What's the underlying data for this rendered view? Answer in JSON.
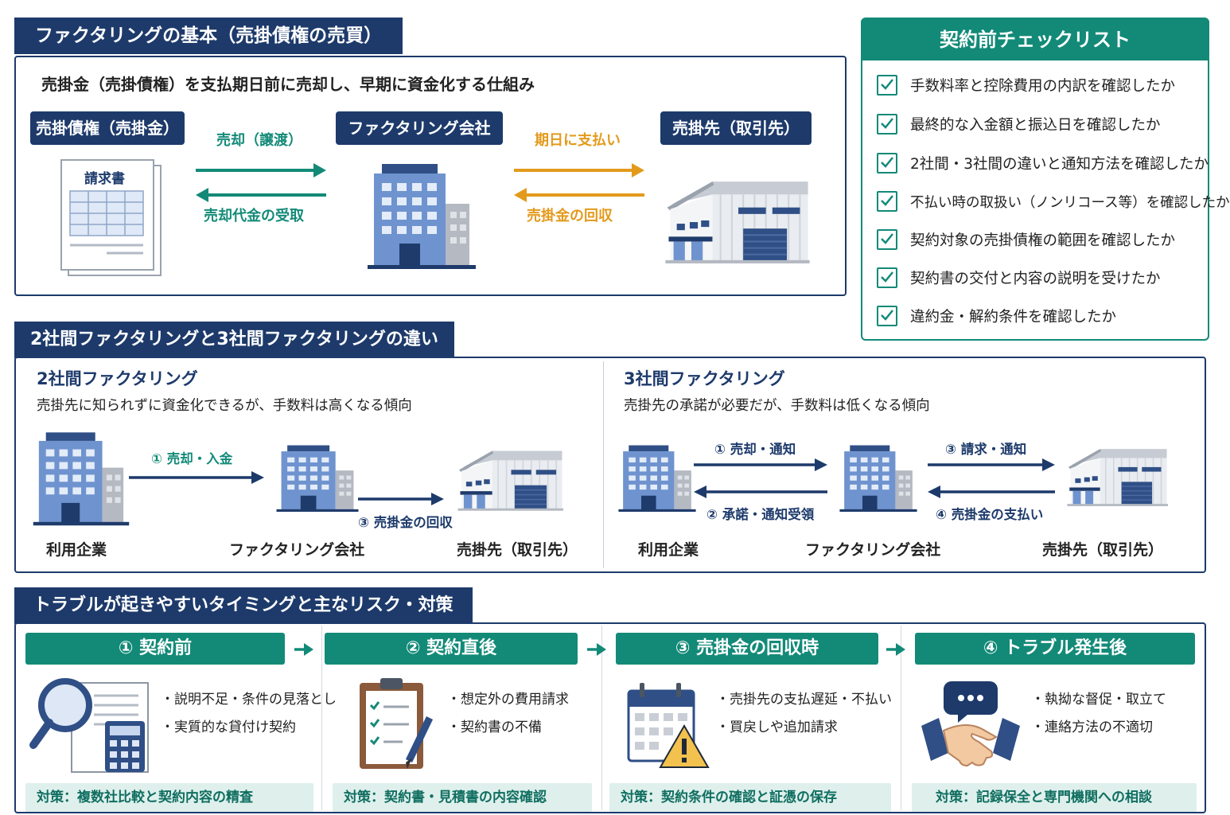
{
  "basics": {
    "title": "ファクタリングの基本（売掛債権の売買）",
    "description": "売掛金（売掛債権）を支払期日前に売却し、早期に資金化する仕組み",
    "receivable_label": "売掛債権（売掛金）",
    "invoice_title": "請求書",
    "company_label": "ファクタリング会社",
    "customer_label": "売掛先（取引先）",
    "flow_sale": "売却（譲渡）",
    "flow_proceeds": "売却代金の受取",
    "flow_payment_due": "期日に支払い",
    "flow_collection": "売掛金の回収"
  },
  "checklist": {
    "title": "契約前チェックリスト",
    "items": [
      "手数料率と控除費用の内訳を確認したか",
      "最終的な入金額と振込日を確認したか",
      "2社間・3社間の違いと通知方法を確認したか",
      "不払い時の取扱い（ノンリコース等）を確認したか",
      "契約対象の売掛債権の範囲を確認したか",
      "契約書の交付と内容の説明を受けたか",
      "違約金・解約条件を確認したか"
    ]
  },
  "comparison": {
    "title": "2社間ファクタリングと3社間ファクタリングの違い",
    "two_party": {
      "title": "2社間ファクタリング",
      "description": "売掛先に知られずに資金化できるが、手数料は高くなる傾向",
      "step1": "① 売却・入金",
      "step3": "③ 売掛金の回収",
      "user": "利用企業",
      "company": "ファクタリング会社",
      "customer": "売掛先（取引先）"
    },
    "three_party": {
      "title": "3社間ファクタリング",
      "description": "売掛先の承諾が必要だが、手数料は低くなる傾向",
      "step1": "① 売却・通知",
      "step2": "② 承諾・通知受領",
      "step3": "③ 請求・通知",
      "step4": "④ 売掛金の支払い",
      "user": "利用企業",
      "company": "ファクタリング会社",
      "customer": "売掛先（取引先）"
    }
  },
  "trouble": {
    "title": "トラブルが起きやすいタイミングと主なリスク・対策",
    "stages": [
      {
        "label": "① 契約前",
        "risks": [
          "・説明不足・条件の見落とし",
          "・実質的な貸付け契約"
        ],
        "measure": "対策：複数社比較と契約内容の精査",
        "icon": "magnifier-calculator-icon"
      },
      {
        "label": "② 契約直後",
        "risks": [
          "・想定外の費用請求",
          "・契約書の不備"
        ],
        "measure": "対策：契約書・見積書の内容確認",
        "icon": "clipboard-checklist-icon"
      },
      {
        "label": "③ 売掛金の回収時",
        "risks": [
          "・売掛先の支払遅延・不払い",
          "・買戻しや追加請求"
        ],
        "measure": "対策：契約条件の確認と証憑の保存",
        "icon": "calendar-warning-icon"
      },
      {
        "label": "④ トラブル発生後",
        "risks": [
          "・執拗な督促・取立て",
          "・連絡方法の不適切"
        ],
        "measure": "対策：記録保全と専門機関への相談",
        "icon": "handshake-chat-icon"
      }
    ]
  },
  "colors": {
    "navy": "#1d3a6b",
    "teal": "#138a78",
    "orange": "#e39a1c",
    "building_blue": "#6f93cf",
    "measure_bg": "#dff0ec"
  }
}
